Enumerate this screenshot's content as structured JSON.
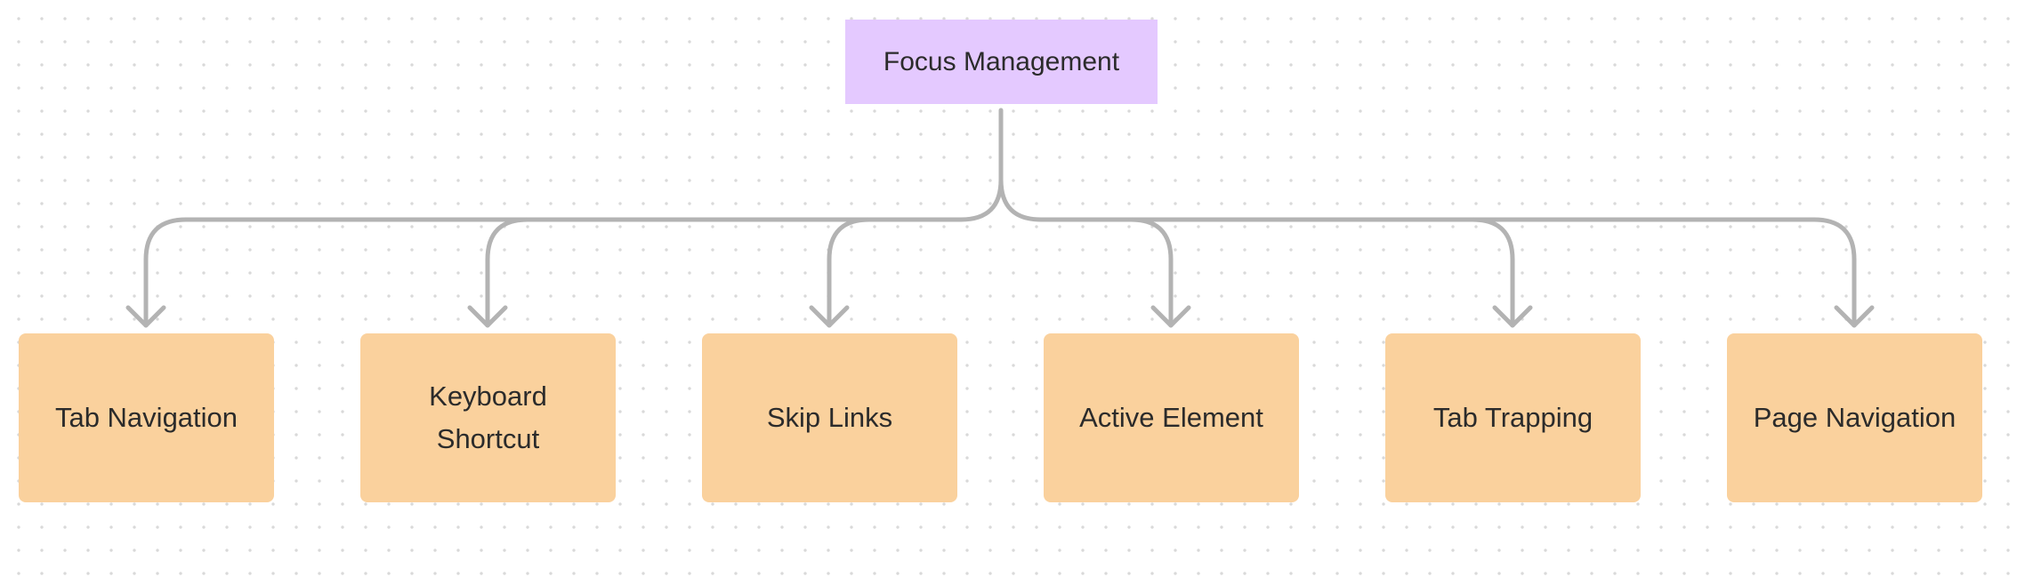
{
  "diagram": {
    "root": {
      "label": "Focus Management",
      "color": "#e4c9ff"
    },
    "children": [
      {
        "label": "Tab Navigation"
      },
      {
        "label": "Keyboard Shortcut"
      },
      {
        "label": "Skip Links"
      },
      {
        "label": "Active Element"
      },
      {
        "label": "Tab Trapping"
      },
      {
        "label": "Page Navigation"
      }
    ],
    "child_color": "#fad19d",
    "connector_color": "#b3b3b3"
  }
}
